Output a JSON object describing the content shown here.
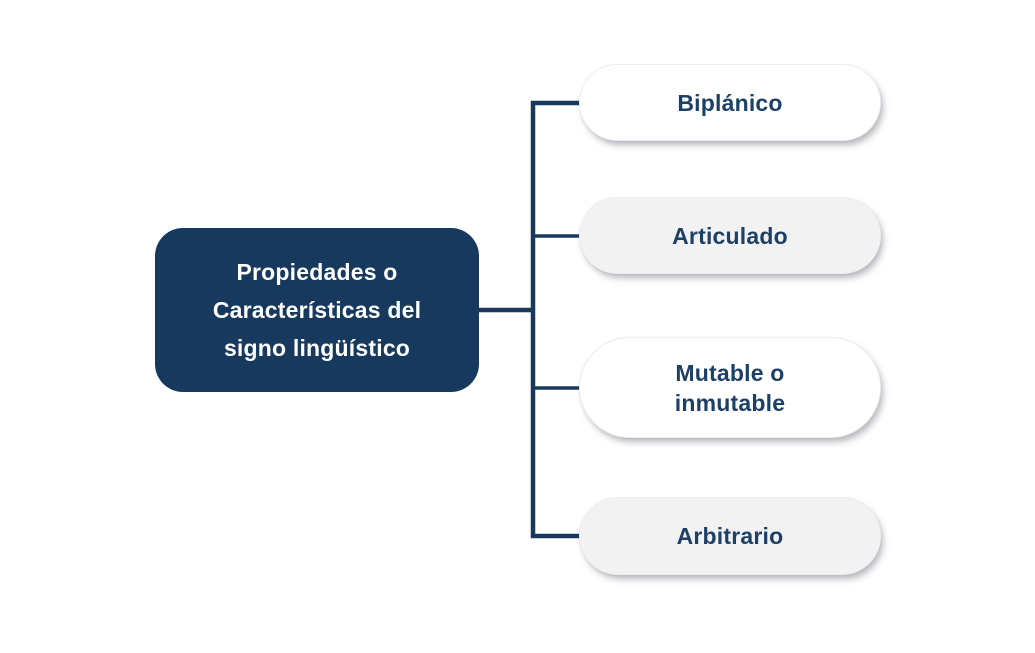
{
  "diagram": {
    "type": "mindmap",
    "root": {
      "label": "Propiedades o Características del signo lingüístico"
    },
    "branches": [
      {
        "label": "Biplánico",
        "variant": "white"
      },
      {
        "label": "Articulado",
        "variant": "gray"
      },
      {
        "label": "Mutable o inmutable",
        "variant": "white"
      },
      {
        "label": "Arbitrario",
        "variant": "gray"
      }
    ],
    "colors": {
      "background": "#ffffff",
      "root_fill": "#17395e",
      "root_text": "#ffffff",
      "connector": "#17395e",
      "branch_text": "#1d4066",
      "branch_white_fill": "#ffffff",
      "branch_gray_fill": "#f2f2f2",
      "branch_shadow": "#b9b9c2"
    }
  }
}
